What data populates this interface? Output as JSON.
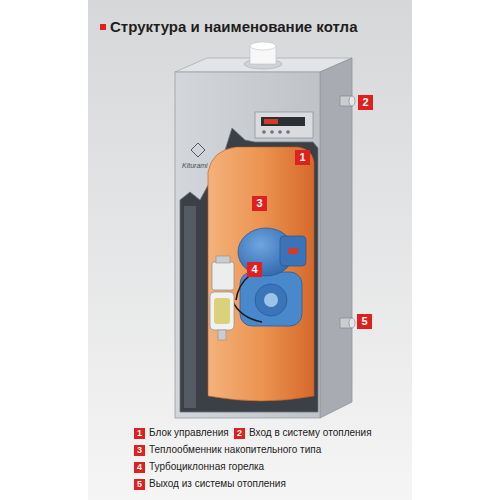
{
  "diagram": {
    "title": "Структура и наименование котла",
    "labels": [
      "1",
      "2",
      "3",
      "4",
      "5",
      "Kiturami",
      "1",
      "Блок управления",
      "2",
      "Вход в систему отопления",
      "3",
      "Теплообменник накопительного типа",
      "4",
      "Турбоциклонная горелка",
      "5",
      "Выход из системы отопления"
    ]
  }
}
